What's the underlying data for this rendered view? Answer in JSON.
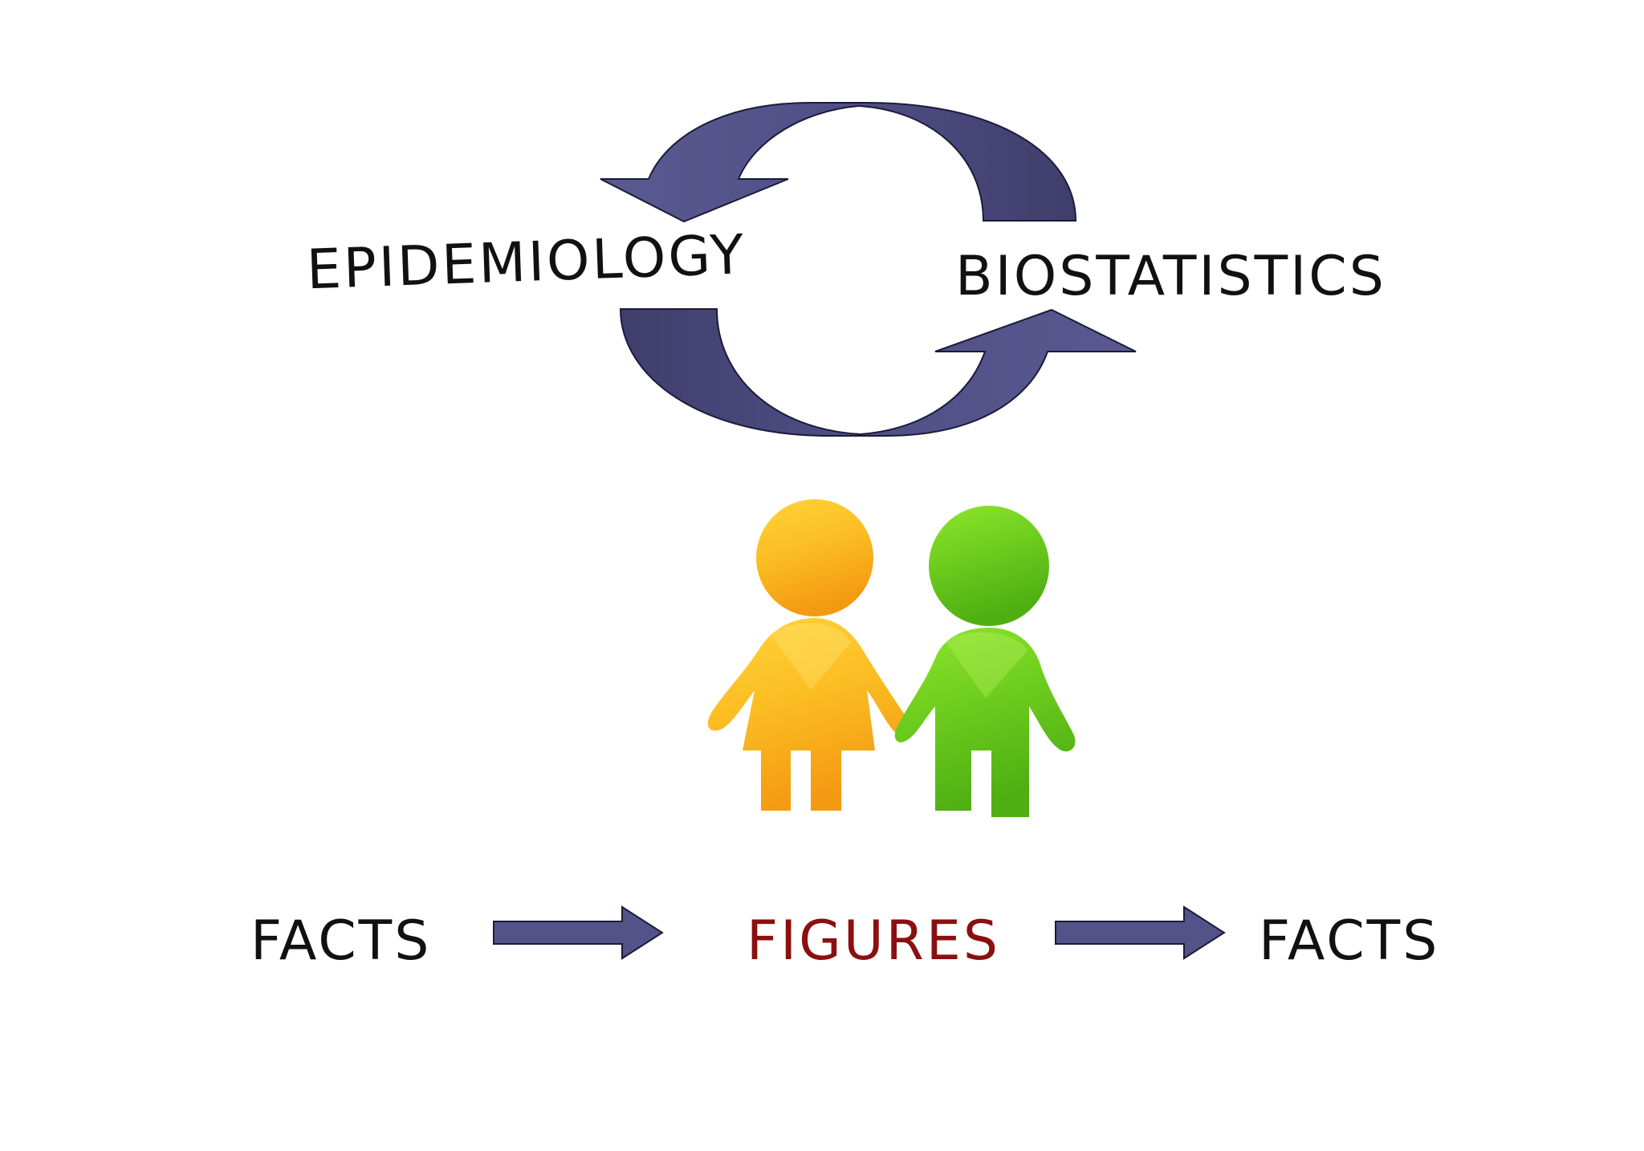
{
  "cycle": {
    "left_label": "EPIDEMIOLOGY",
    "right_label": "BIOSTATISTICS"
  },
  "flow": {
    "start_label": "FACTS",
    "middle_label": "FIGURES",
    "end_label": "FACTS"
  },
  "colors": {
    "arrow_fill": "#545389",
    "arrow_shadow": "#3e3d69",
    "arrow_outline": "#1b1b3a",
    "text": "#111111",
    "figures_text": "#8b0f0f",
    "female_figure": "#f8b51c",
    "male_figure": "#6ec81e"
  },
  "icons": {
    "figures": "people-holding-hands-icon"
  }
}
